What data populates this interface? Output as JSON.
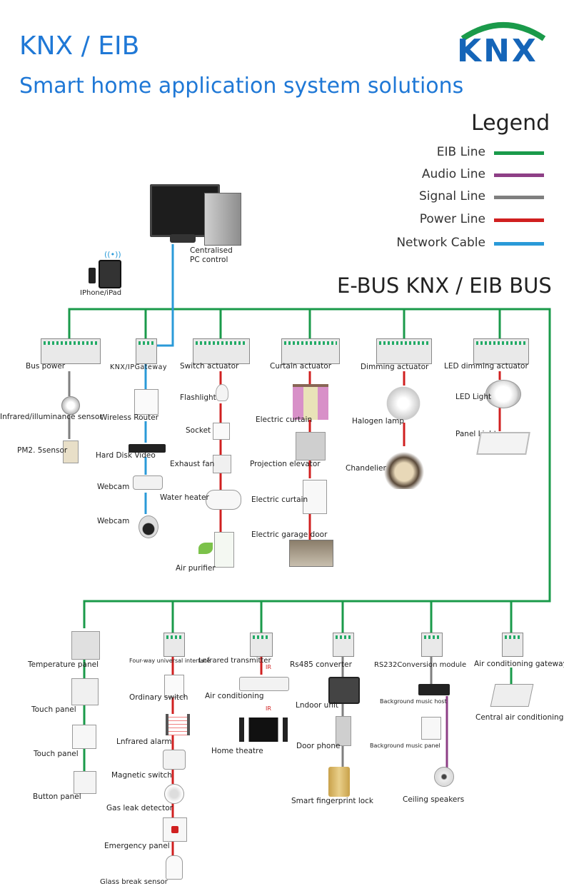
{
  "header": {
    "title": "KNX / EIB",
    "subtitle": "Smart home application system solutions",
    "logo_text": "KNX"
  },
  "legend": {
    "title": "Legend",
    "items": [
      {
        "label": "EIB Line",
        "color": "#1a9a4a"
      },
      {
        "label": "Audio Line",
        "color": "#8e3f86"
      },
      {
        "label": "Signal Line",
        "color": "#7f7f7f"
      },
      {
        "label": "Power Line",
        "color": "#d02020"
      },
      {
        "label": "Network Cable",
        "color": "#2a9ad8"
      }
    ]
  },
  "bus_title": "E-BUS KNX / EIB BUS",
  "top": {
    "pc_label_1": "Centralised",
    "pc_label_2": "PC control",
    "iphone_label": "IPhone/iPad"
  },
  "row1": {
    "bus_power": "Bus power",
    "ipgateway": "KNX/IPGateway",
    "switch_actuator": "Switch actuator",
    "curtain_actuator": "Curtain actuator",
    "dimming_actuator": "Dimming actuator",
    "led_dimming_actuator": "LED dimming actuator"
  },
  "col_bus_power": {
    "sensor": "Infrared/illuminance sensor",
    "pm25": "PM2. 5sensor"
  },
  "col_gateway": {
    "router": "Wireless Router",
    "hdd": "Hard Disk Video",
    "webcam1": "Webcam",
    "webcam2": "Webcam"
  },
  "col_switch": {
    "flashlight": "Flashlight",
    "socket": "Socket",
    "exhaust": "Exhaust fan",
    "heater": "Water heater",
    "purifier": "Air purifier"
  },
  "col_curtain": {
    "curtain1": "Electric curtain",
    "projection": "Projection elevator",
    "curtain2": "Electric curtain",
    "garage": "Electric garage door"
  },
  "col_dimming": {
    "halogen": "Halogen lamp",
    "chandelier": "Chandelier"
  },
  "col_led": {
    "led_light": "LED Light",
    "panel_light": "Panel Light"
  },
  "row2": {
    "col1": [
      "Temperature  panel",
      "Touch panel",
      "Touch panel",
      "Button panel"
    ],
    "col2": [
      "Four-way universal interface",
      "Ordinary switch",
      "Lnfrared alarm",
      "Magnetic switch",
      "Gas leak detector",
      "Emergency panel",
      "Glass break sensor"
    ],
    "col3": [
      "Lnfrared transmitter",
      "Air conditioning",
      "Home theatre"
    ],
    "col3_ir": "IR",
    "col4": [
      "Rs485 converter",
      "Lndoor unit",
      "Door phone",
      "Smart fingerprint lock"
    ],
    "col5": [
      "RS232Conversion module",
      "Background music host",
      "Background music  panel",
      "Ceiling speakers"
    ],
    "col6": [
      "Air conditioning gateway",
      "Central air conditioning"
    ]
  }
}
